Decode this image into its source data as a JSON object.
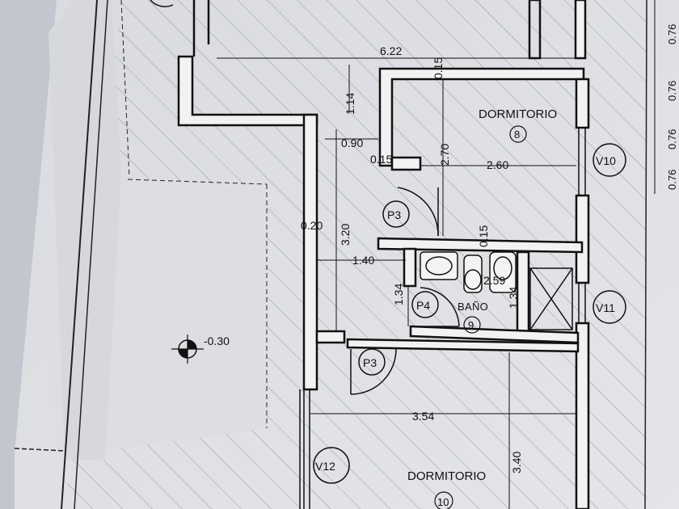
{
  "plan": {
    "rooms": [
      {
        "name": "DORMITORIO",
        "number": "8"
      },
      {
        "name": "BAÑO",
        "number": "9"
      },
      {
        "name": "DORMITORIO",
        "number": "10"
      }
    ],
    "dimensions": [
      "6.22",
      "1.14",
      "0.15",
      "0.90",
      "0.15",
      "2.70",
      "2.60",
      "0.20",
      "3.20",
      "1.40",
      "0.15",
      "2.59",
      "1.34",
      "1.34",
      "3.54",
      "3.40"
    ],
    "doors": [
      "P3",
      "P4",
      "P3"
    ],
    "windows": [
      "V10",
      "V11",
      "V12"
    ],
    "level": "-0.30",
    "right_edge_dims": [
      "0.76",
      "0.76",
      "0.76",
      "0.76"
    ]
  }
}
